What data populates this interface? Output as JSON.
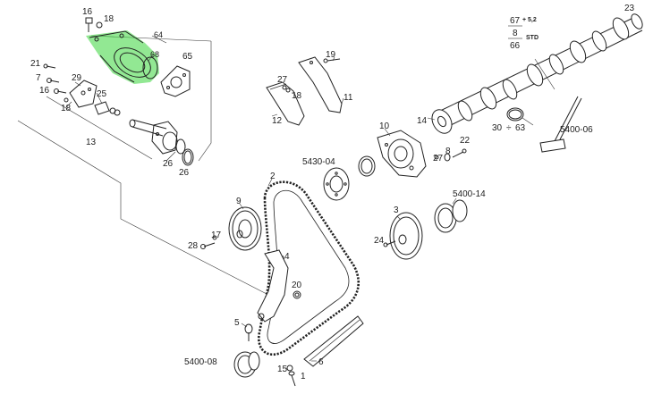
{
  "diagram": {
    "callouts": {
      "p16a": "16",
      "p18a": "18",
      "p64": "64",
      "p68": "68",
      "p65": "65",
      "p21": "21",
      "p7": "7",
      "p29": "29",
      "p16b": "16",
      "p25": "25",
      "p18b": "18",
      "p13": "13",
      "p26a": "26",
      "p26b": "26",
      "p19": "19",
      "p27a": "27",
      "p18c": "18",
      "p11": "11",
      "p12": "12",
      "p10": "10",
      "p14": "14",
      "p27b": "27",
      "p8": "8",
      "p22": "22",
      "p5430": "5430-04",
      "p2": "2",
      "p9": "9",
      "p17": "17",
      "p28": "28",
      "p4": "4",
      "p20": "20",
      "p5": "5",
      "p3": "3",
      "p24": "24",
      "p5400_14": "5400-14",
      "p5400_08": "5400-08",
      "p15": "15",
      "p1": "1",
      "p6": "6",
      "p23": "23",
      "p5400_06": "5400-06",
      "p30": "30",
      "p63": "63",
      "p30sep": "÷"
    },
    "fraction": {
      "num1": "67",
      "plus1": "+ 5,2",
      "num2": "8",
      "den": "66",
      "std": "STD"
    },
    "highlight_color": "#38d63a"
  }
}
